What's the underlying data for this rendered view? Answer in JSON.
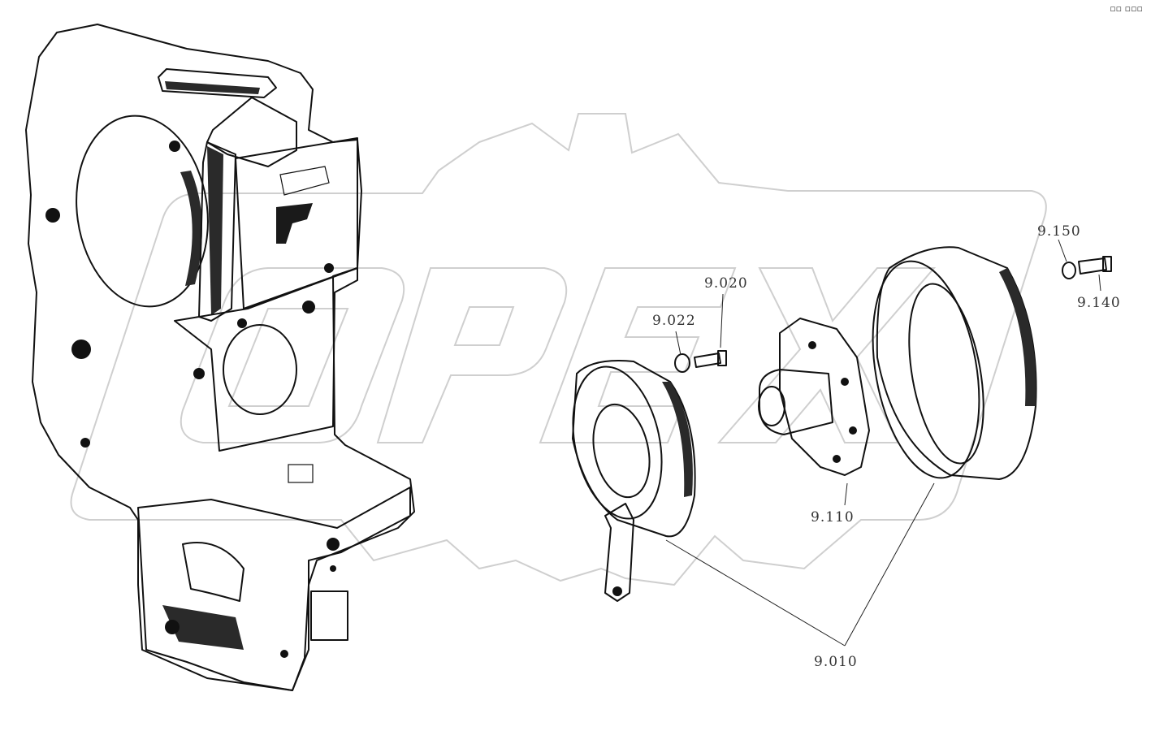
{
  "diagram": {
    "watermark_text": "OPEX",
    "parts": [
      {
        "id": "p9020",
        "label": "9.020"
      },
      {
        "id": "p9022",
        "label": "9.022"
      },
      {
        "id": "p9150",
        "label": "9.150"
      },
      {
        "id": "p9140",
        "label": "9.140"
      },
      {
        "id": "p9110",
        "label": "9.110"
      },
      {
        "id": "p9010",
        "label": "9.010"
      }
    ]
  },
  "colors": {
    "ink": "#111111",
    "watermark": "#cfcfcf",
    "label": "#333333",
    "background": "#ffffff"
  },
  "corner_icon": {
    "text": "▫▫ ▫▫▫",
    "icon": "more-dots-icon"
  }
}
